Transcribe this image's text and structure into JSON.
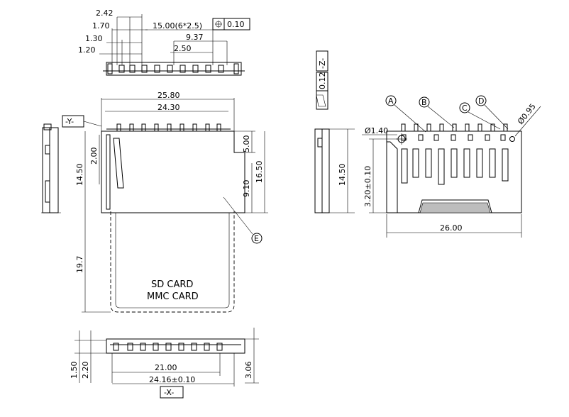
{
  "top_view": {
    "dims": [
      "2.42",
      "1.70",
      "15.00(6*2.5)",
      "1.30",
      "9.37",
      "1.20",
      "2.50"
    ],
    "tolerance_frame": {
      "symbol": "⊕",
      "value": "0.10"
    }
  },
  "plan_view": {
    "width_outer": "25.80",
    "width_inner": "24.30",
    "datum_y": "-Y-",
    "height_left": "14.50",
    "dim_2": "2.00",
    "dim_5": "5.00",
    "dim_9": "9.10",
    "height_right": "16.50",
    "card_ext": "19.7",
    "card_text_1": "SD CARD",
    "card_text_2": "MMC CARD",
    "callout": "E"
  },
  "side_view": {
    "datum_z": "-Z-",
    "flatness_value": "0.12",
    "height": "14.50"
  },
  "pcb_view": {
    "callouts": [
      "A",
      "B",
      "C",
      "D"
    ],
    "hole_large": "Ø1.40",
    "hole_small": "Ø0.95",
    "pos_dim": "3.20±0.10",
    "width": "26.00"
  },
  "front_view": {
    "h1": "1.50",
    "h2": "2.20",
    "w_inner": "21.00",
    "w_outer": "24.16±0.10",
    "datum_x": "-X-",
    "h_right": "3.06"
  }
}
